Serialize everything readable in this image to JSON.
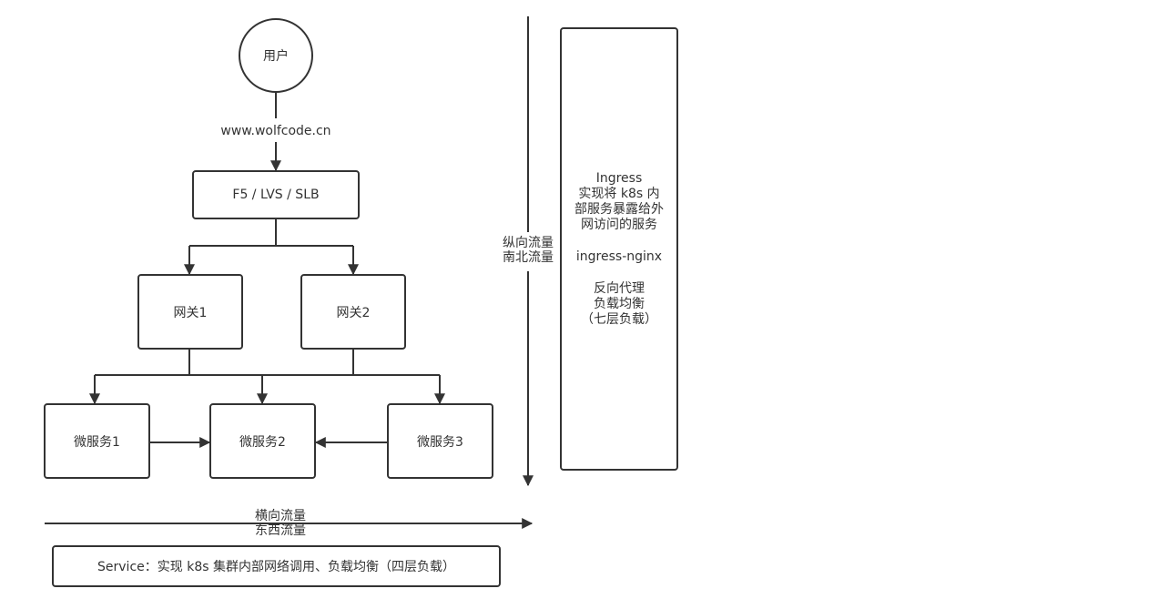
{
  "diagram": {
    "user_label": "用户",
    "domain_label": "www.wolfcode.cn",
    "lb_label": "F5 / LVS / SLB",
    "gateway1_label": "网关1",
    "gateway2_label": "网关2",
    "ms1_label": "微服务1",
    "ms2_label": "微服务2",
    "ms3_label": "微服务3",
    "vertical_traffic_line1": "纵向流量",
    "vertical_traffic_line2": "南北流量",
    "horizontal_traffic_line1": "横向流量",
    "horizontal_traffic_line2": "东西流量",
    "service_label": "Service：实现 k8s 集群内部网络调用、负载均衡（四层负载）",
    "ingress": {
      "line1": "Ingress",
      "line2": "实现将 k8s 内",
      "line3": "部服务暴露给外",
      "line4": "网访问的服务",
      "line5": "ingress-nginx",
      "line6": "反向代理",
      "line7": "负载均衡",
      "line8": "（七层负载）"
    }
  }
}
